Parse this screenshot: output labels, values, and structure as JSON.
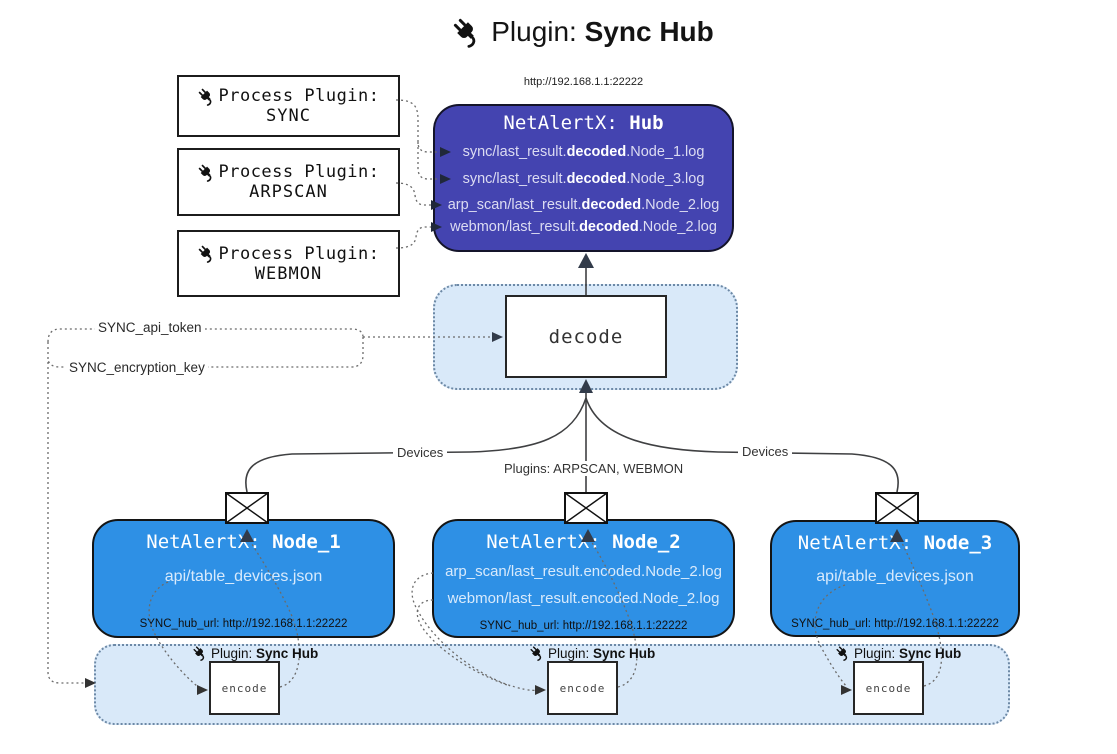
{
  "title": {
    "prefix": "Plugin: ",
    "bold": "Sync Hub"
  },
  "process_plugins": [
    {
      "label": "Process Plugin:",
      "name": "SYNC"
    },
    {
      "label": "Process Plugin:",
      "name": "ARPSCAN"
    },
    {
      "label": "Process Plugin:",
      "name": "WEBMON"
    }
  ],
  "hub": {
    "url": "http://192.168.1.1:22222",
    "title_prefix": "NetAlertX: ",
    "title_bold": "Hub",
    "lines": [
      {
        "pre": "sync/last_result.",
        "bold": "decoded",
        "post": ".Node_1.log"
      },
      {
        "pre": "sync/last_result.",
        "bold": "decoded",
        "post": ".Node_3.log"
      },
      {
        "pre": "arp_scan/last_result.",
        "bold": "decoded",
        "post": ".Node_2.log"
      },
      {
        "pre": "webmon/last_result.",
        "bold": "decoded",
        "post": ".Node_2.log"
      }
    ]
  },
  "decode": {
    "label": "decode"
  },
  "keys": {
    "api_token": "SYNC_api_token",
    "encryption_key": "SYNC_encryption_key"
  },
  "edges": {
    "devices_left": "Devices",
    "devices_right": "Devices",
    "plugins_mid": "Plugins: ARPSCAN, WEBMON"
  },
  "nodes": [
    {
      "title_prefix": "NetAlertX: ",
      "title_bold": "Node_1",
      "files": [
        "api/table_devices.json"
      ],
      "hub_url": "SYNC_hub_url: http://192.168.1.1:22222"
    },
    {
      "title_prefix": "NetAlertX: ",
      "title_bold": "Node_2",
      "files": [
        "arp_scan/last_result.encoded.Node_2.log",
        "webmon/last_result.encoded.Node_2.log"
      ],
      "hub_url": "SYNC_hub_url: http://192.168.1.1:22222"
    },
    {
      "title_prefix": "NetAlertX: ",
      "title_bold": "Node_3",
      "files": [
        "api/table_devices.json"
      ],
      "hub_url": "SYNC_hub_url: http://192.168.1.1:22222"
    }
  ],
  "encoders": [
    {
      "label_prefix": "Plugin: ",
      "label_bold": "Sync Hub",
      "box_label": "encode"
    },
    {
      "label_prefix": "Plugin: ",
      "label_bold": "Sync Hub",
      "box_label": "encode"
    },
    {
      "label_prefix": "Plugin: ",
      "label_bold": "Sync Hub",
      "box_label": "encode"
    }
  ],
  "colors": {
    "hub_fill": "#4444b0",
    "node_fill": "#2e90e5",
    "panel_fill": "#d9e9f9",
    "line": "#3f4042",
    "arrow": "#323b4a"
  }
}
